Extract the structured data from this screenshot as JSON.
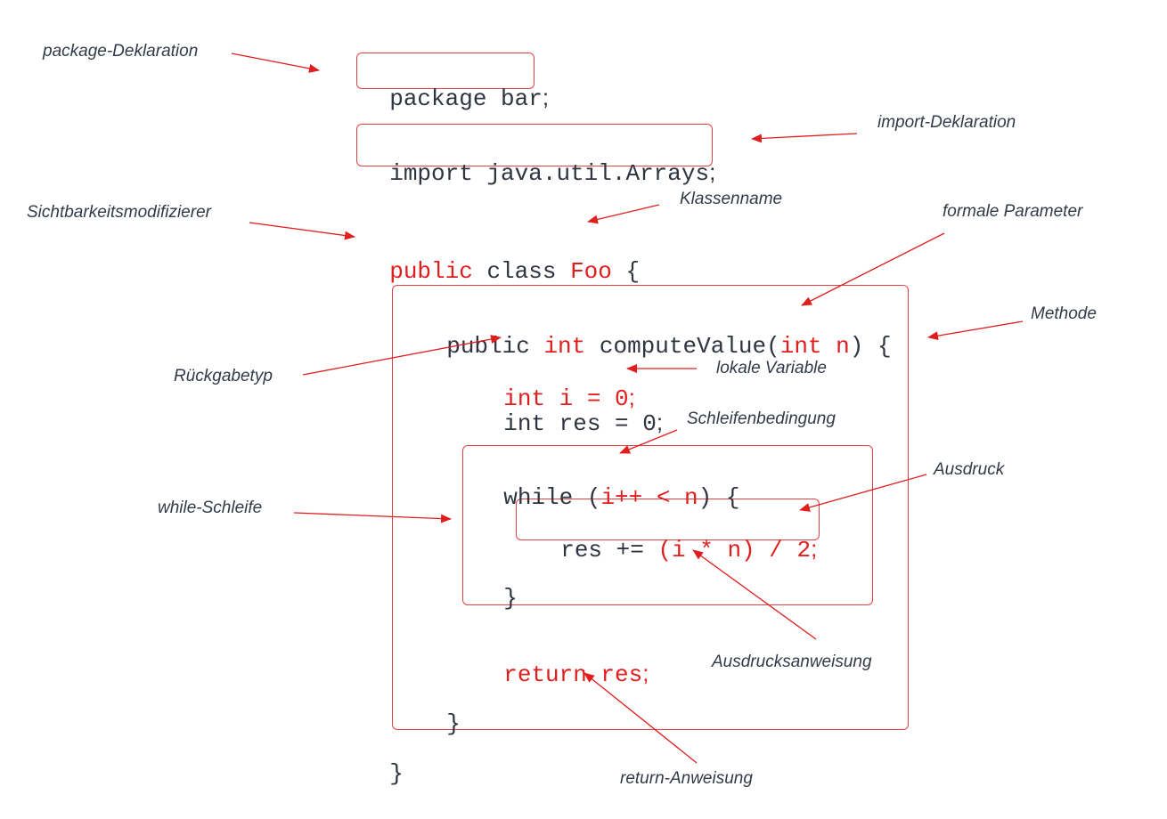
{
  "code": {
    "package_kw": "package bar",
    "import_stmt": "import java.util.Arrays",
    "semicolon": ";",
    "class_public": "public",
    "class_kw": "class",
    "class_name": "Foo",
    "open_brace": "{",
    "close_brace": "}",
    "method_public": "public",
    "method_return_type": "int",
    "method_name": "computeValue(",
    "param_type": "int",
    "param_name": "n",
    "method_paren_close": ") {",
    "decl_i": "int i = 0",
    "decl_res": "int res = 0",
    "while_kw": "while (",
    "while_cond": "i++ < n",
    "while_close": ") {",
    "stmt_res": "res += ",
    "stmt_expr": "(i * n) / 2",
    "while_end": "}",
    "return_stmt": "return res",
    "method_end": "}",
    "class_end": "}"
  },
  "labels": {
    "package_decl": "package-Deklaration",
    "import_decl": "import-Deklaration",
    "visibility": "Sichtbarkeitsmodifizierer",
    "class_name": "Klassenname",
    "formal_params": "formale Parameter",
    "method": "Methode",
    "return_type": "Rückgabetyp",
    "local_var": "lokale Variable",
    "loop_cond": "Schleifenbedingung",
    "expression": "Ausdruck",
    "while_loop": "while-Schleife",
    "expr_stmt": "Ausdrucksanweisung",
    "return_stmt": "return-Anweisung"
  },
  "colors": {
    "highlight": "#e01e1e",
    "box_border": "#e04343",
    "arrow": "#e01e1e",
    "text": "#2f3440"
  }
}
